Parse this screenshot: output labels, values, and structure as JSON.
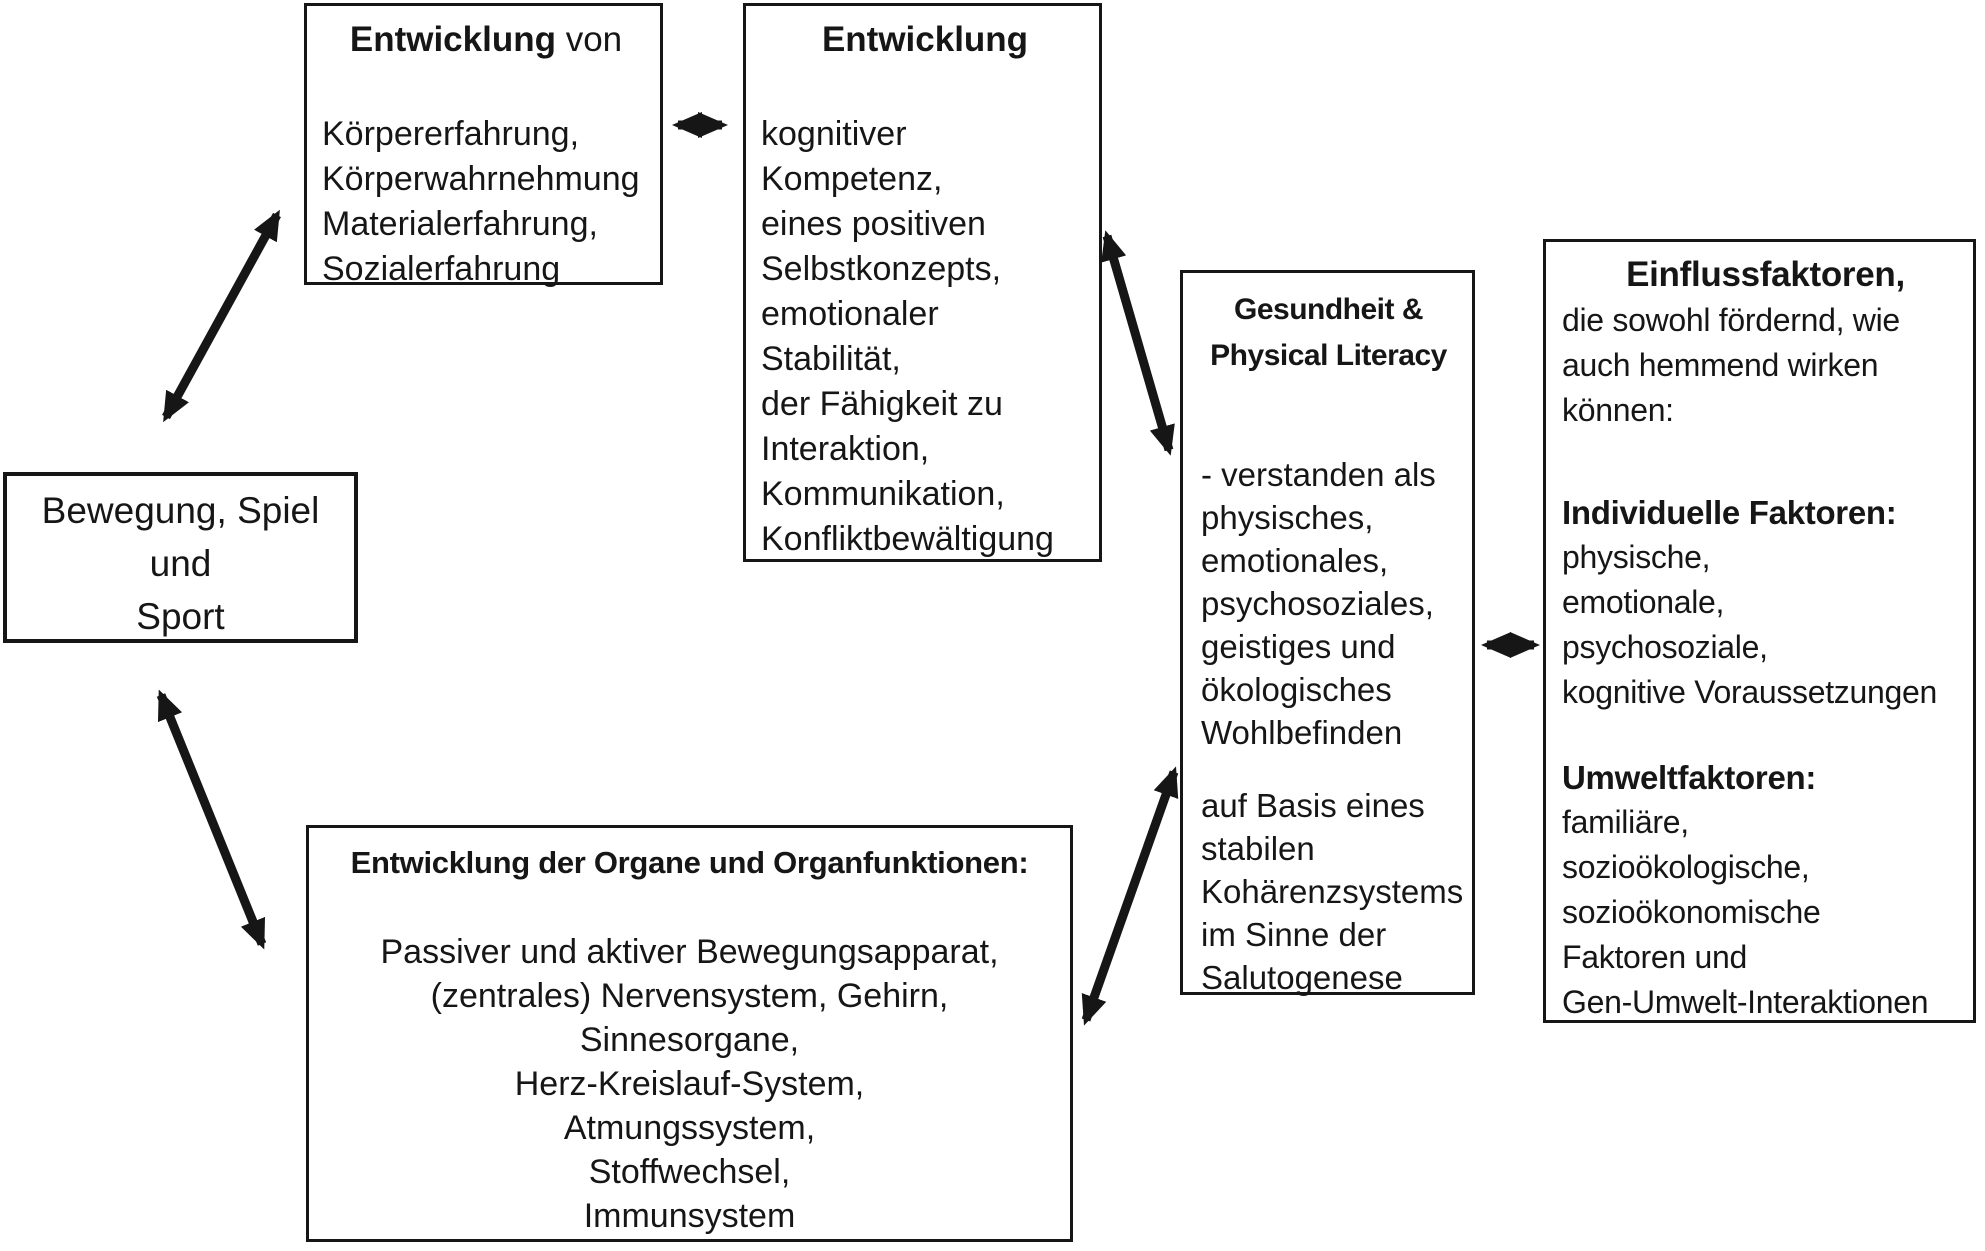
{
  "boxes": {
    "entwicklung_von": {
      "title_bold": "Entwicklung",
      "title_rest": " von",
      "lines": [
        "Körpererfahrung,",
        "Körperwahrnehmung",
        "Materialerfahrung,",
        "Sozialerfahrung"
      ]
    },
    "entwicklung": {
      "title": "Entwicklung",
      "lines": [
        "kognitiver",
        "Kompetenz,",
        "eines positiven",
        "Selbstkonzepts,",
        "emotionaler",
        "Stabilität,",
        "der Fähigkeit zu",
        "Interaktion,",
        "Kommunikation,",
        "Konfliktbewältigung"
      ]
    },
    "bewegung_spiel_sport": {
      "lines": [
        "Bewegung, Spiel",
        "und",
        "Sport"
      ]
    },
    "gesundheit_physical_literacy": {
      "title_lines": [
        "Gesundheit &",
        "Physical Literacy"
      ],
      "paragraph1": [
        "- verstanden als",
        "physisches,",
        "emotionales,",
        "psychosoziales,",
        "geistiges und",
        "ökologisches",
        "Wohlbefinden"
      ],
      "paragraph2": [
        "auf Basis eines",
        "stabilen",
        "Kohärenzsystems",
        "im Sinne der",
        "Salutogenese"
      ]
    },
    "einflussfaktoren": {
      "title": "Einflussfaktoren,",
      "intro_lines": [
        "die sowohl fördernd, wie",
        "auch hemmend wirken",
        "können:"
      ],
      "individuelle_title": "Individuelle Faktoren:",
      "individuelle_lines": [
        "physische,",
        "emotionale,",
        "psychosoziale,",
        "kognitive Voraussetzungen"
      ],
      "umwelt_title": "Umweltfaktoren:",
      "umwelt_lines": [
        "familiäre,",
        "sozioökologische,",
        "sozioökonomische",
        "Faktoren und",
        "Gen-Umwelt-Interaktionen"
      ]
    },
    "organe": {
      "title": "Entwicklung der Organe und Organfunktionen:",
      "lines": [
        "Passiver und aktiver Bewegungsapparat,",
        "(zentrales) Nervensystem, Gehirn,",
        "Sinnesorgane,",
        "Herz-Kreislauf-System,",
        "Atmungssystem,",
        "Stoffwechsel,",
        "Immunsystem"
      ]
    }
  },
  "connections": [
    {
      "from": "bewegung_spiel_sport",
      "to": "entwicklung_von",
      "type": "double-arrow"
    },
    {
      "from": "entwicklung_von",
      "to": "entwicklung",
      "type": "double-arrow"
    },
    {
      "from": "entwicklung",
      "to": "gesundheit_physical_literacy",
      "type": "double-arrow"
    },
    {
      "from": "gesundheit_physical_literacy",
      "to": "einflussfaktoren",
      "type": "double-arrow"
    },
    {
      "from": "bewegung_spiel_sport",
      "to": "organe",
      "type": "double-arrow"
    },
    {
      "from": "organe",
      "to": "gesundheit_physical_literacy",
      "type": "double-arrow"
    }
  ],
  "colors": {
    "ink": "#161616",
    "background": "#ffffff"
  }
}
